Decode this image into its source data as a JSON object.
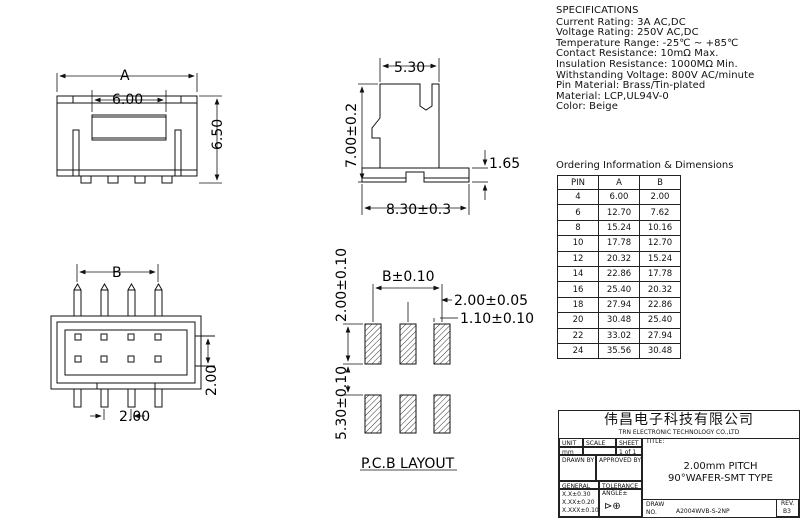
{
  "specifications": {
    "heading": "SPECIFICATIONS",
    "lines": [
      "Current Rating: 3A AC,DC",
      "Voltage Rating: 250V AC,DC",
      "Temperature Range: -25℃ ~ +85℃",
      "Contact Resistance: 10mΩ Max.",
      "Insulation Resistance: 1000MΩ Min.",
      "Withstanding Voltage: 800V AC/minute",
      "Pin Material: Brass/Tin-plated",
      "Material: LCP,UL94V-0",
      "Color: Beige"
    ]
  },
  "ordering": {
    "title": "Ordering Information & Dimensions",
    "headers": [
      "PIN",
      "A",
      "B"
    ],
    "rows": [
      [
        "4",
        "6.00",
        "2.00"
      ],
      [
        "6",
        "12.70",
        "7.62"
      ],
      [
        "8",
        "15.24",
        "10.16"
      ],
      [
        "10",
        "17.78",
        "12.70"
      ],
      [
        "12",
        "20.32",
        "15.24"
      ],
      [
        "14",
        "22.86",
        "17.78"
      ],
      [
        "16",
        "25.40",
        "20.32"
      ],
      [
        "18",
        "27.94",
        "22.86"
      ],
      [
        "20",
        "30.48",
        "25.40"
      ],
      [
        "22",
        "33.02",
        "27.94"
      ],
      [
        "24",
        "35.56",
        "30.48"
      ]
    ]
  },
  "dimensions": {
    "front_A": "A",
    "front_600": "6.00",
    "front_650": "6.50",
    "side_530": "5.30",
    "side_700": "7.00±0.2",
    "side_165": "1.65",
    "side_830": "8.30±0.3",
    "top_B": "B",
    "top_200_right": "2.00",
    "top_200_bottom": "2.00",
    "pcb_B": "B±0.10",
    "pcb_200x": "2.00±0.05",
    "pcb_110": "1.10±0.10",
    "pcb_200y": "2.00±0.10",
    "pcb_530": "5.30±0.10"
  },
  "pcb_layout_label": "P.C.B LAYOUT",
  "title_block": {
    "company_cn": "伟昌电子科技有限公司",
    "company_en": "TRN ELECTRONIC TECHNOLOGY CO.,LTD",
    "unit_label": "UNIT",
    "unit_value": "mm",
    "scale_label": "SCALE",
    "sheet_label": "SHEET",
    "sheet_value": "1 of 1",
    "title_label": "TITLE:",
    "drawn_by": "DRAWN BY",
    "approved_by": "APPROVED BY",
    "title_line1": "2.00mm PITCH",
    "title_line2": "90°WAFER-SMT TYPE",
    "general": "GENERAL",
    "tolerance": "TOLERANCE",
    "angle": "ANGLE±",
    "tol1": "X.X±0.30",
    "tol2": "X.XX±0.20",
    "tol3": "X.XXX±0.10",
    "draw_no_label": "DRAW NO.",
    "draw_no": "A2004WVB-S-2NP",
    "rev_label": "REV.",
    "rev": "B3"
  }
}
